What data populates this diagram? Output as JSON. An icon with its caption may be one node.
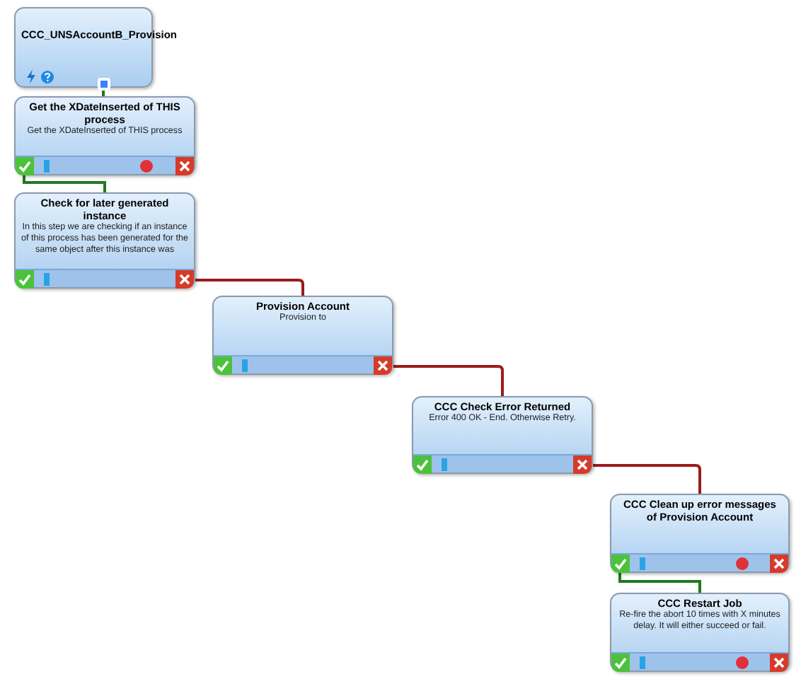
{
  "diagram": {
    "nodes": [
      {
        "text": [
          "CCC_UNSAccountB_Provision"
        ]
      },
      {
        "text": [
          "Get the XDateInserted of THIS process",
          "Get the XDateInserted of THIS process"
        ]
      },
      {
        "text": [
          "Check for later generated instance",
          "In this step we are checking if an instance of this process has been generated for the same object after this instance was"
        ]
      },
      {
        "text": [
          "Provision Account",
          "Provision to"
        ]
      },
      {
        "text": [
          "CCC Check Error Returned",
          "Error 400 OK - End. Otherwise Retry."
        ]
      },
      {
        "text": [
          "CCC Clean up error messages of Provision Account"
        ]
      },
      {
        "text": [
          "CCC Restart Job",
          "Re-fire the abort 10 times with X minutes delay. It will either succeed or fail."
        ]
      }
    ],
    "edges": [
      {
        "from": 0,
        "to": 1,
        "arrow": "none",
        "color": "#1f7a1f"
      },
      {
        "from": 1,
        "to": 2,
        "arrow": "none",
        "color": "#1f7a1f"
      },
      {
        "from": 2,
        "to": 3,
        "arrow": "none",
        "color": "#9b1c1c"
      },
      {
        "from": 3,
        "to": 4,
        "arrow": "none",
        "color": "#9b1c1c"
      },
      {
        "from": 4,
        "to": 5,
        "arrow": "none",
        "color": "#9b1c1c"
      },
      {
        "from": 5,
        "to": 6,
        "arrow": "none",
        "color": "#1f7a1f"
      }
    ]
  }
}
